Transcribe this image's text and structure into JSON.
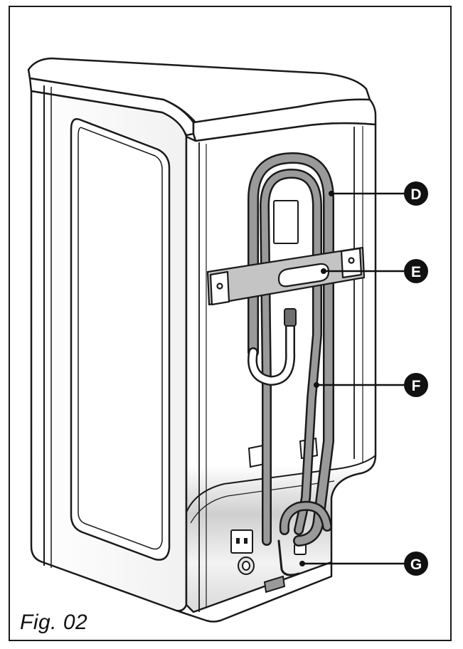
{
  "figure": {
    "caption": "Fig. 02",
    "callouts": [
      {
        "id": "D",
        "label": "D"
      },
      {
        "id": "E",
        "label": "E"
      },
      {
        "id": "F",
        "label": "F"
      },
      {
        "id": "G",
        "label": "G"
      }
    ]
  },
  "colors": {
    "line": "#1a1a1a",
    "hose_fill": "#9a9a9a",
    "hose_dark": "#6f6f6f",
    "body_fill": "#ffffff",
    "shade": "#d8d8d8",
    "callout_fill": "#111111"
  }
}
